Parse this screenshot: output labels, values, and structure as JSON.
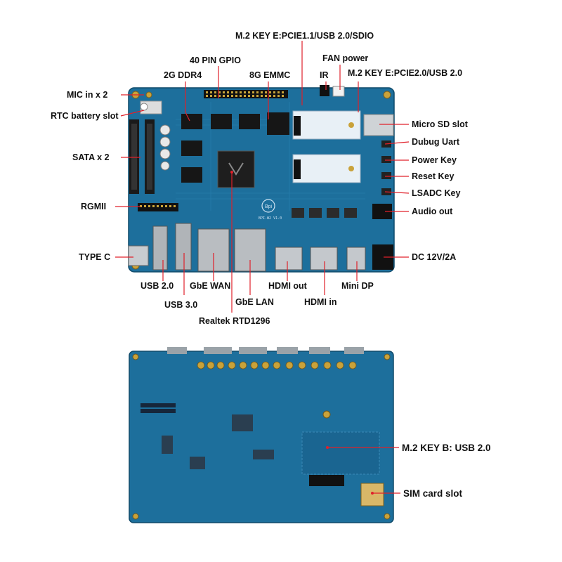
{
  "top_board": {
    "labels": {
      "m2_key_e_1": "M.2 KEY E:PCIE1.1/USB 2.0/SDIO",
      "fan_power": "FAN power",
      "gpio_40": "40 PIN GPIO",
      "ir": "IR",
      "m2_key_e_2": "M.2 KEY E:PCIE2.0/USB 2.0",
      "ddr4": "2G DDR4",
      "emmc": "8G EMMC",
      "mic": "MIC in x 2",
      "rtc": "RTC battery slot",
      "sata": "SATA x 2",
      "rgmii": "RGMII",
      "typec": "TYPE C",
      "micro_sd": "Micro SD slot",
      "debug_uart": "Dubug Uart",
      "power_key": "Power Key",
      "reset_key": "Reset Key",
      "lsadc_key": "LSADC Key",
      "audio_out": "Audio out",
      "dc": "DC 12V/2A",
      "usb20": "USB 2.0",
      "usb30": "USB 3.0",
      "gbe_wan": "GbE WAN",
      "gbe_lan": "GbE LAN",
      "hdmi_out": "HDMI out",
      "hdmi_in": "HDMI in",
      "mini_dp": "Mini DP",
      "soc": "Realtek RTD1296"
    },
    "silkscreen": {
      "logo": "Bpi",
      "board_name": "BPI-W2 V1.0"
    }
  },
  "bottom_board": {
    "labels": {
      "m2_key_b": "M.2 KEY B: USB 2.0",
      "sim": "SIM card slot"
    }
  },
  "colors": {
    "pcb": "#1d6f9c",
    "pcb_dark": "#145578",
    "leader": "#e0202a",
    "text": "#111111"
  }
}
